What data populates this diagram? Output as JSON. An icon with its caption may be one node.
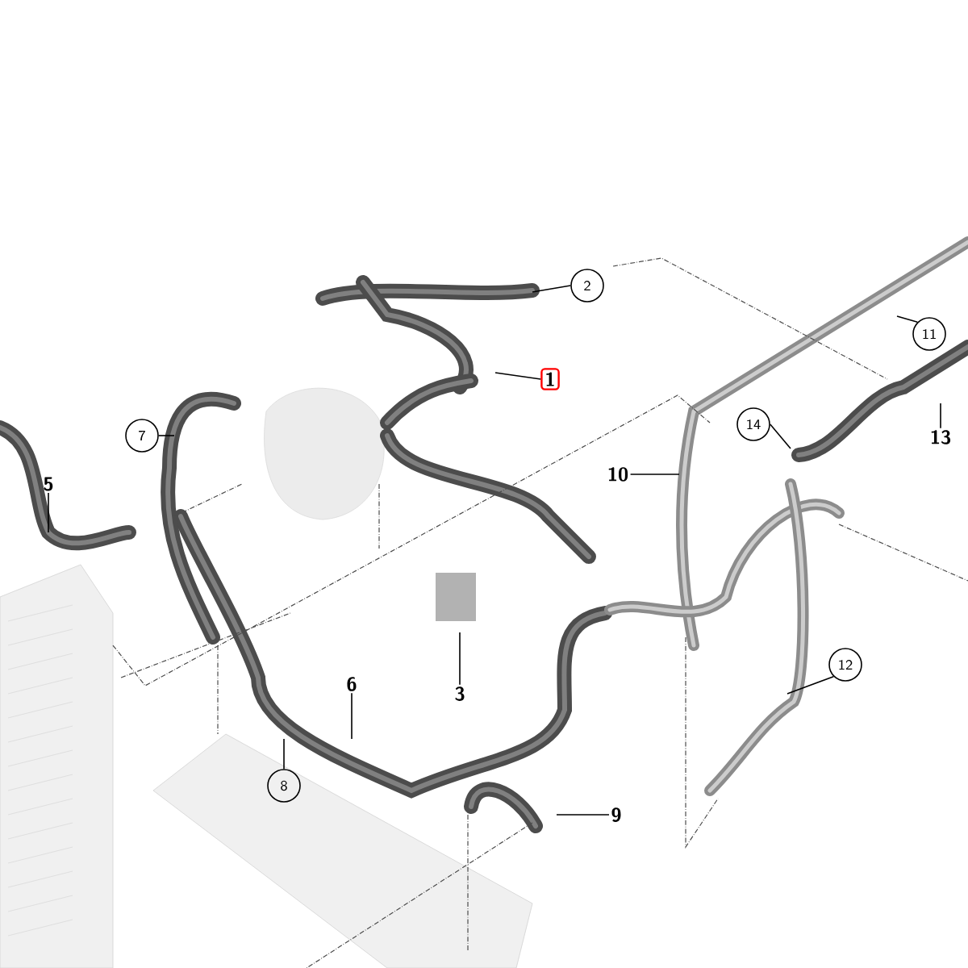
{
  "diagram": {
    "nodes": [
      {
        "text": [
          "1"
        ]
      },
      {
        "text": [
          "2"
        ]
      },
      {
        "text": [
          "3"
        ]
      },
      {
        "text": [
          "5"
        ]
      },
      {
        "text": [
          "6"
        ]
      },
      {
        "text": [
          "7"
        ]
      },
      {
        "text": [
          "8"
        ]
      },
      {
        "text": [
          "9"
        ]
      },
      {
        "text": [
          "10"
        ]
      },
      {
        "text": [
          "11"
        ]
      },
      {
        "text": [
          "12"
        ]
      },
      {
        "text": [
          "13"
        ]
      },
      {
        "text": [
          "14"
        ]
      }
    ],
    "edges": [
      {
        "from": 0,
        "to": null,
        "arrow": "none"
      },
      {
        "from": 1,
        "to": null,
        "arrow": "none"
      },
      {
        "from": 2,
        "to": null,
        "arrow": "none"
      },
      {
        "from": 3,
        "to": null,
        "arrow": "none"
      },
      {
        "from": 4,
        "to": null,
        "arrow": "none"
      },
      {
        "from": 5,
        "to": null,
        "arrow": "none"
      },
      {
        "from": 6,
        "to": null,
        "arrow": "none"
      },
      {
        "from": 7,
        "to": null,
        "arrow": "none"
      },
      {
        "from": 8,
        "to": null,
        "arrow": "none"
      },
      {
        "from": 9,
        "to": null,
        "arrow": "none"
      },
      {
        "from": 10,
        "to": null,
        "arrow": "none"
      },
      {
        "from": 11,
        "to": null,
        "arrow": "none"
      },
      {
        "from": 12,
        "to": null,
        "arrow": "none"
      }
    ]
  }
}
